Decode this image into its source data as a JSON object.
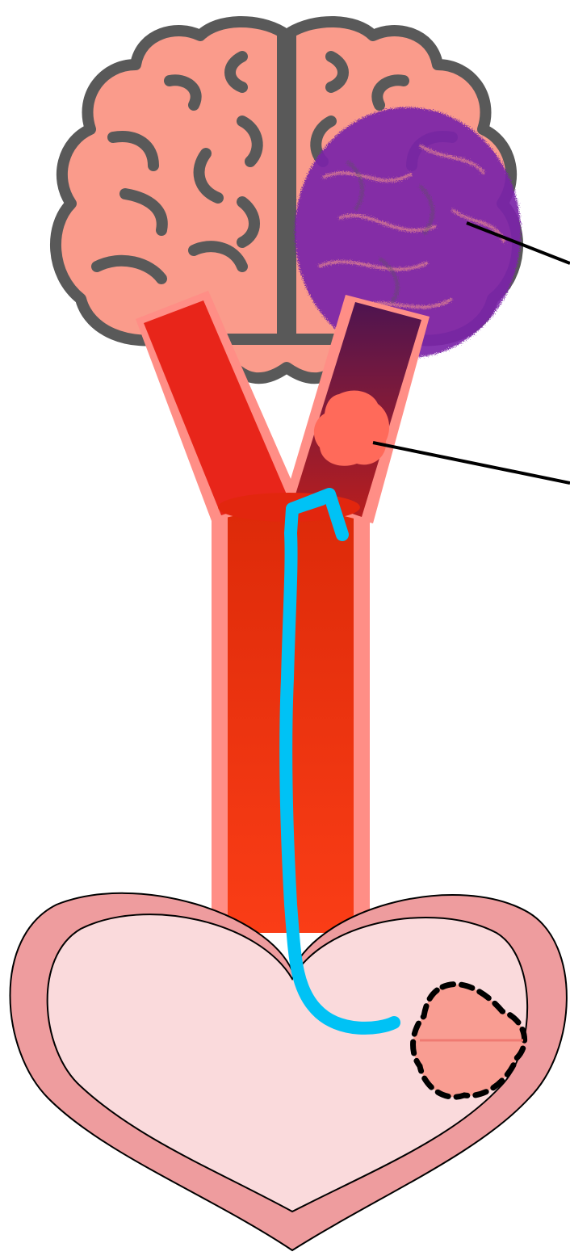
{
  "diagram": {
    "labels": [],
    "parts": {
      "brain": "brain-icon",
      "infarct": "infarct-region",
      "left_carotid": "left-carotid-artery",
      "right_carotid": "right-carotid-artery",
      "embolus": "embolus-clot",
      "aorta": "aorta-vessel",
      "heart": "heart-icon",
      "thrombus": "cardiac-thrombus",
      "flow_path": "embolic-flow-arrow"
    },
    "colors": {
      "brain_fill": "#FA9B8B",
      "brain_outline": "#595959",
      "infarct": "#7B24A8",
      "artery_red": "#E8251A",
      "artery_outline": "#FF8E86",
      "occluded_top": "#4E1450",
      "occluded_bottom": "#B81E1E",
      "embolus": "#FF6A5A",
      "aorta_top": "#DD2A09",
      "aorta_bottom": "#FA3D16",
      "heart_outer": "#EE9C9E",
      "heart_inner": "#FADADC",
      "thrombus": "#F99D92",
      "flow_arrow": "#00C2F5",
      "pointer_line": "#000000"
    }
  }
}
